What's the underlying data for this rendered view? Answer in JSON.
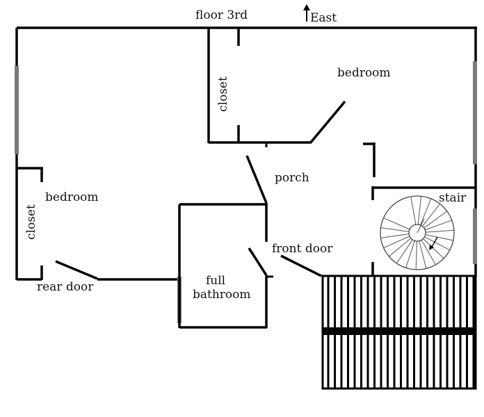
{
  "header": {
    "floor_label": "floor 3rd",
    "north_label": "East"
  },
  "rooms": {
    "bedroom_top": "bedroom",
    "closet_top": "closet",
    "porch": "porch",
    "bedroom_left": "bedroom",
    "closet_left": "closet",
    "stair": "stair",
    "front_door": "front door",
    "full_bathroom_line1": "full",
    "full_bathroom_line2": "bathroom",
    "rear_door": "rear door"
  },
  "colors": {
    "wall": "#000000",
    "window": "#7a7a7a",
    "background": "#ffffff"
  }
}
